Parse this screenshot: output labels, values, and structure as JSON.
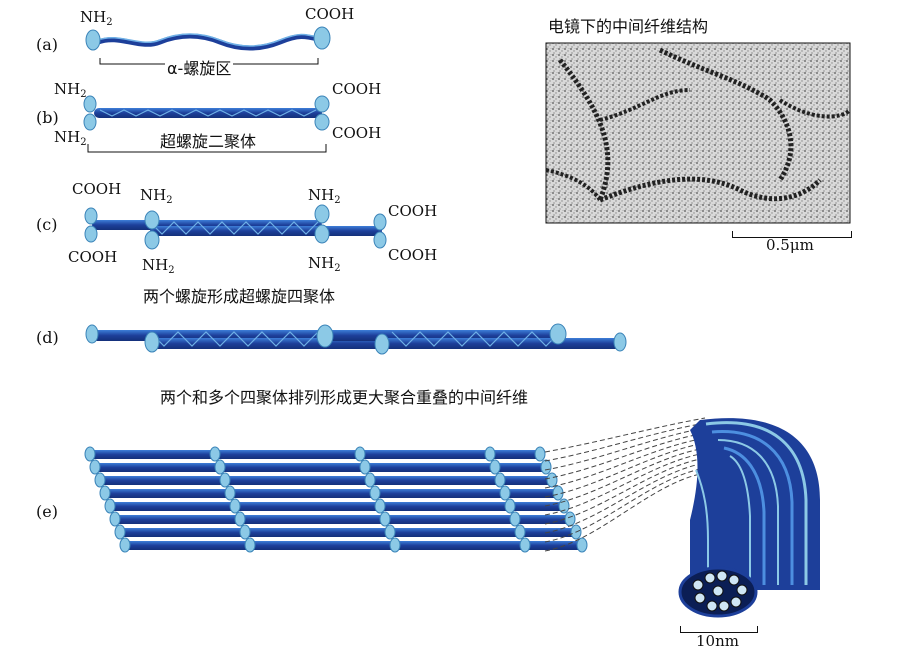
{
  "labels": {
    "a": "(a)",
    "b": "(b)",
    "c": "(c)",
    "d": "(d)",
    "e": "(e)"
  },
  "chem": {
    "nh": "NH",
    "sub2": "2",
    "cooh": "COOH"
  },
  "captions": {
    "alpha_helix": "α-螺旋区",
    "coiled_coil_dimer": "超螺旋二聚体",
    "tetramer": "两个螺旋形成超螺旋四聚体",
    "filament": "两个和多个四聚体排列形成更大聚合重叠的中间纤维",
    "em_title": "电镜下的中间纤维结构"
  },
  "scales": {
    "em": "0.5μm",
    "fiber": "10nm"
  },
  "colors": {
    "helix_dark": "#1d3f9a",
    "helix_mid": "#2f6fd0",
    "head": "#8cc9e6",
    "head_stroke": "#3a83b8"
  }
}
